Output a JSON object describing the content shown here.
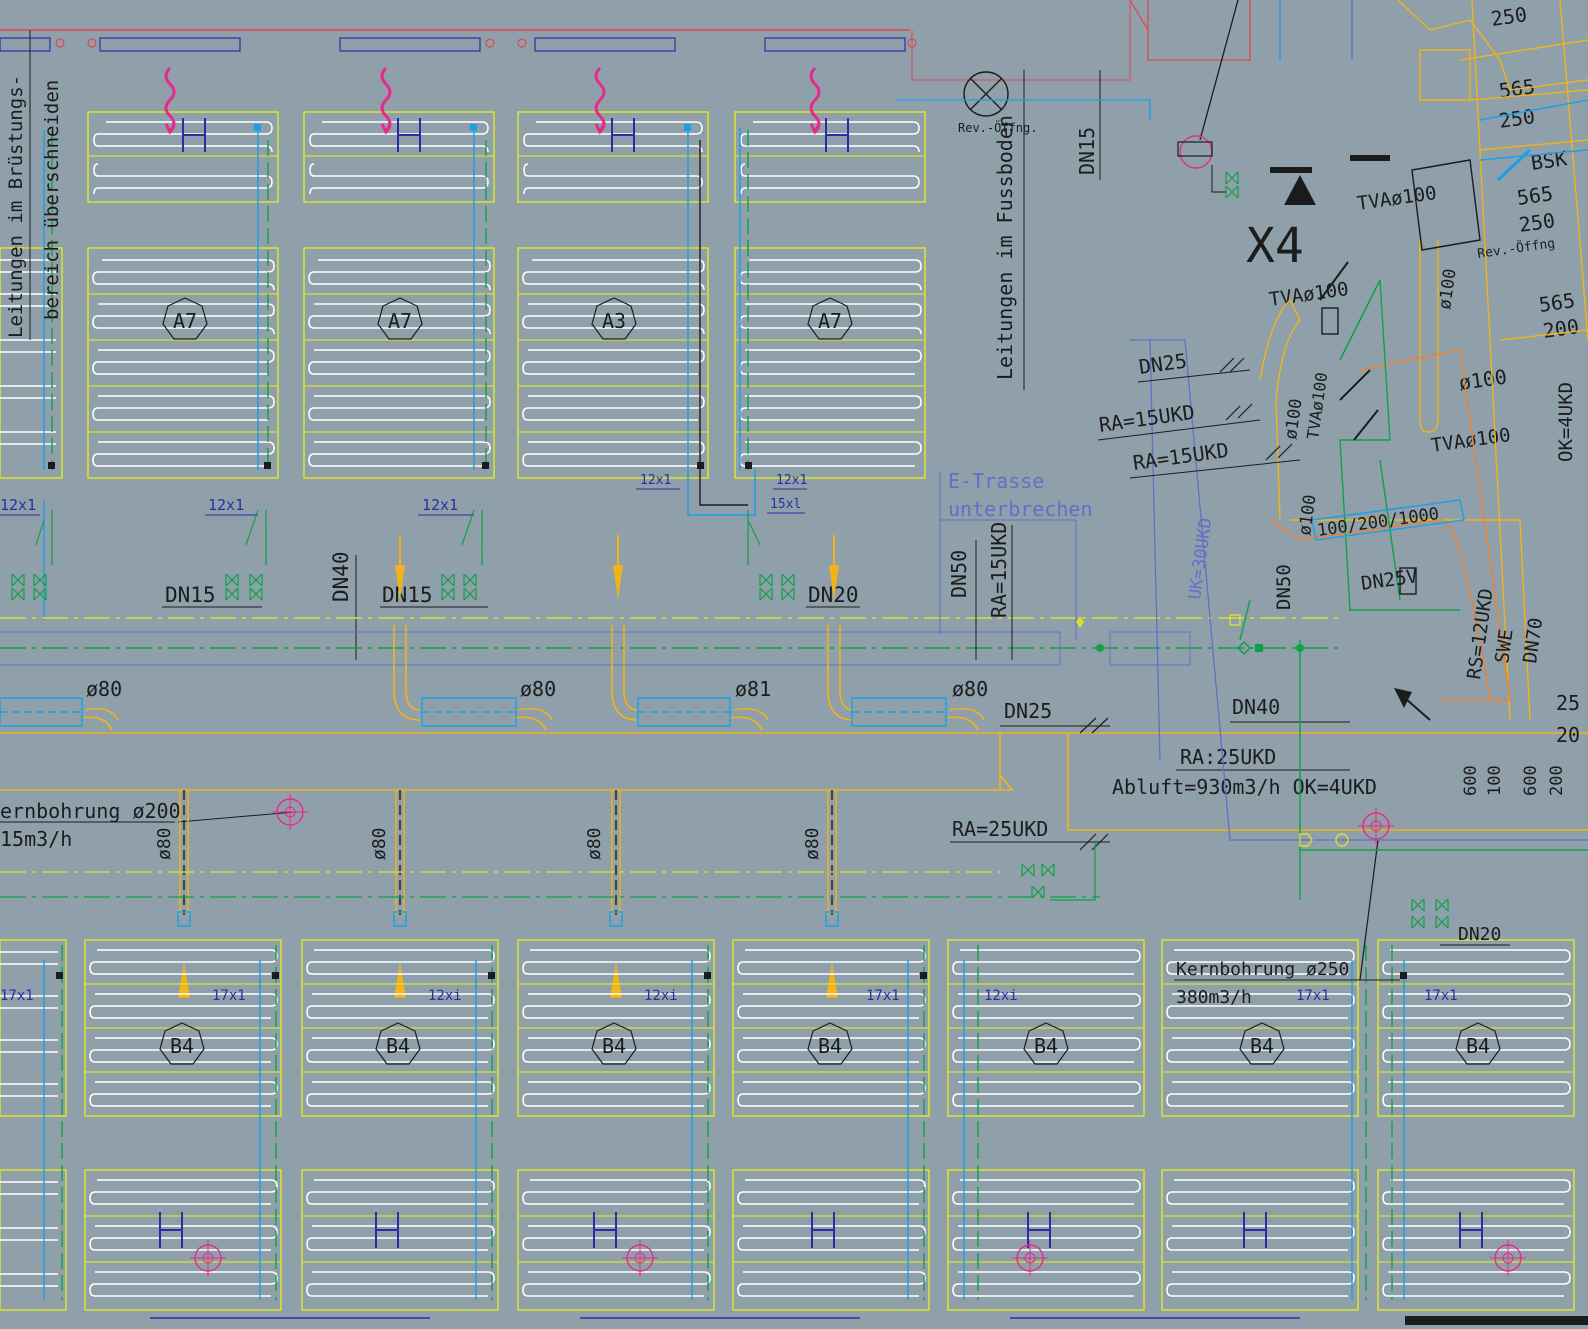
{
  "colors": {
    "background": "#8fa0ab",
    "panel": "#d8e034",
    "coil": "#ffffff",
    "duct": "#f0b418",
    "water": "#1aa0e6",
    "return_line": "#10a048",
    "text": "#1c1c1c",
    "label_blue": "#2c2ca6",
    "heat_pink": "#e8288c",
    "supply_red": "#e04850",
    "faint_blue": "#6070c8"
  },
  "drawing": {
    "top_zone_tags": [
      "A7",
      "A7",
      "A3",
      "A7"
    ],
    "bottom_zone_tags": [
      "B4",
      "B4",
      "B4",
      "B4",
      "B4",
      "B4",
      "B4"
    ],
    "pipe_labels": {
      "p12x1": "12x1",
      "p15x1": "15xl",
      "p17x1": "17x1",
      "p12xi": "12xi"
    },
    "dn": {
      "dn15": "DN15",
      "dn20": "DN20",
      "dn25": "DN25",
      "dn40": "DN40",
      "dn50": "DN50",
      "dn25v": "DN25V",
      "dn70": "DN70"
    },
    "diam": {
      "d80": "ø80",
      "d81": "ø81",
      "d100": "ø100"
    },
    "texts": {
      "leitungen_fussboden": "Leitungen im Fussboden",
      "rev_oeffnung": "Rev.-Öffng.",
      "rev_oeffnung2": "Rev.-Öffng",
      "left_vert_1": "Leitungen im Brüstungs-",
      "left_vert_2": "bereich überschneiden",
      "e_trasse_1": "E-Trasse",
      "e_trasse_2": "unterbrechen",
      "ra15_a": "RA=15UKD",
      "ra15_b": "RA=15UKD",
      "ra25": "RA=25UKD",
      "ra25b": "RA:25UKD",
      "abluft": "Abluft=930m3/h OK=4UKD",
      "kernbohrung_left": "ernbohrung ø200",
      "flow_left": "15m3/h",
      "kernbohrung_right": "Kernbohrung ø250",
      "flow_right": "380m3/h",
      "tva1": "TVAø100",
      "tva2": "TVAø100",
      "tva3": "TVAø100",
      "tva4": "TVAø100",
      "duct_size": "100/200/1000",
      "x4": "X4",
      "bsk": "BSK",
      "n565a": "565",
      "n565b": "565",
      "n565c": "565",
      "n250a": "250",
      "n250b": "250",
      "n250c": "250",
      "n200": "200",
      "ok4": "OK=4UKD",
      "rs12": "RS=12UKD",
      "swe": "SWE",
      "uk30": "UK=30UKD",
      "d600a": "600",
      "d100b": "100",
      "d600b": "600",
      "d200b": "200",
      "n25": "25",
      "n20": "20",
      "ra15v": "RA=15UKD",
      "dn15v": "DN15"
    }
  }
}
